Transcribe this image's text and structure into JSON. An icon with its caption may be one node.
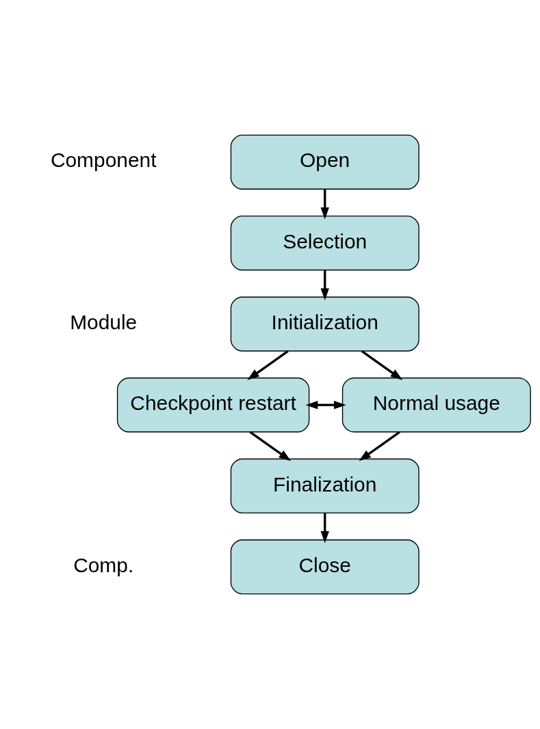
{
  "diagram": {
    "nodes": [
      {
        "text": [
          "Open"
        ]
      },
      {
        "text": [
          "Selection"
        ]
      },
      {
        "text": [
          "Initialization"
        ]
      },
      {
        "text": [
          "Checkpoint restart"
        ]
      },
      {
        "text": [
          "Normal usage"
        ]
      },
      {
        "text": [
          "Finalization"
        ]
      },
      {
        "text": [
          "Close"
        ]
      }
    ],
    "edges": [
      {
        "from": 0,
        "to": 1,
        "arrow": "to"
      },
      {
        "from": 1,
        "to": 2,
        "arrow": "to"
      },
      {
        "from": 2,
        "to": 3,
        "arrow": "to"
      },
      {
        "from": 2,
        "to": 4,
        "arrow": "to"
      },
      {
        "from": 3,
        "to": 4,
        "arrow": "both"
      },
      {
        "from": 3,
        "to": 5,
        "arrow": "to"
      },
      {
        "from": 4,
        "to": 5,
        "arrow": "to"
      },
      {
        "from": 5,
        "to": 6,
        "arrow": "to"
      }
    ],
    "labels": [
      "Component",
      "Module",
      "Comp."
    ]
  }
}
